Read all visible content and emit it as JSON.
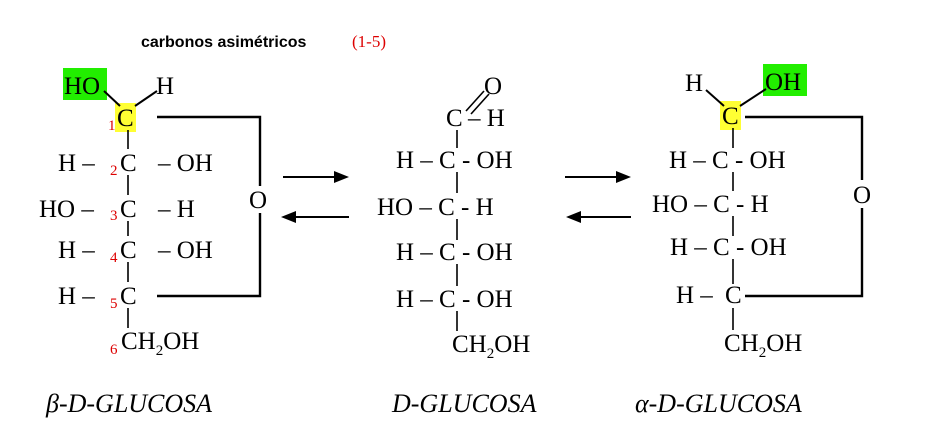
{
  "header": {
    "title": "carbonos asimétricos",
    "range": "(1-5)"
  },
  "colors": {
    "highlight_green": "#22ee00",
    "highlight_yellow": "#ffff33",
    "numbering_red": "#dd0000",
    "bond_black": "#000000"
  },
  "structures": {
    "beta": {
      "caption": "β-D-GLUCOSA",
      "top_left": "HO",
      "top_right": "H",
      "ring_o": "O",
      "c1": "C",
      "num1": "1",
      "row2_left": "H –",
      "num2": "2",
      "c2": "C",
      "row2_right": "– OH",
      "row3_left": "HO –",
      "num3": "3",
      "c3": "C",
      "row3_right": "– H",
      "row4_left": "H –",
      "num4": "4",
      "c4": "C",
      "row4_right": "– OH",
      "row5_left": "H –",
      "num5": "5",
      "c5": "C",
      "num6": "6",
      "c6": "CH",
      "c6_sub": "2",
      "c6_tail": "OH"
    },
    "open": {
      "caption": "D-GLUCOSA",
      "o_top": "O",
      "c1": "C",
      "c1_right": "– H",
      "row2": "H – C - OH",
      "row3": "HO – C - H",
      "row4": "H – C - OH",
      "row5": "H – C - OH",
      "c6": "CH",
      "c6_sub": "2",
      "c6_tail": "OH"
    },
    "alpha": {
      "caption": "α-D-GLUCOSA",
      "top_left": "H",
      "top_right": "OH",
      "c1": "C",
      "ring_o": "O",
      "row2": "H – C - OH",
      "row3": "HO – C - H",
      "row4": "H – C - OH",
      "row5_left": "H –",
      "c5": "C",
      "c6": "CH",
      "c6_sub": "2",
      "c6_tail": "OH"
    }
  }
}
